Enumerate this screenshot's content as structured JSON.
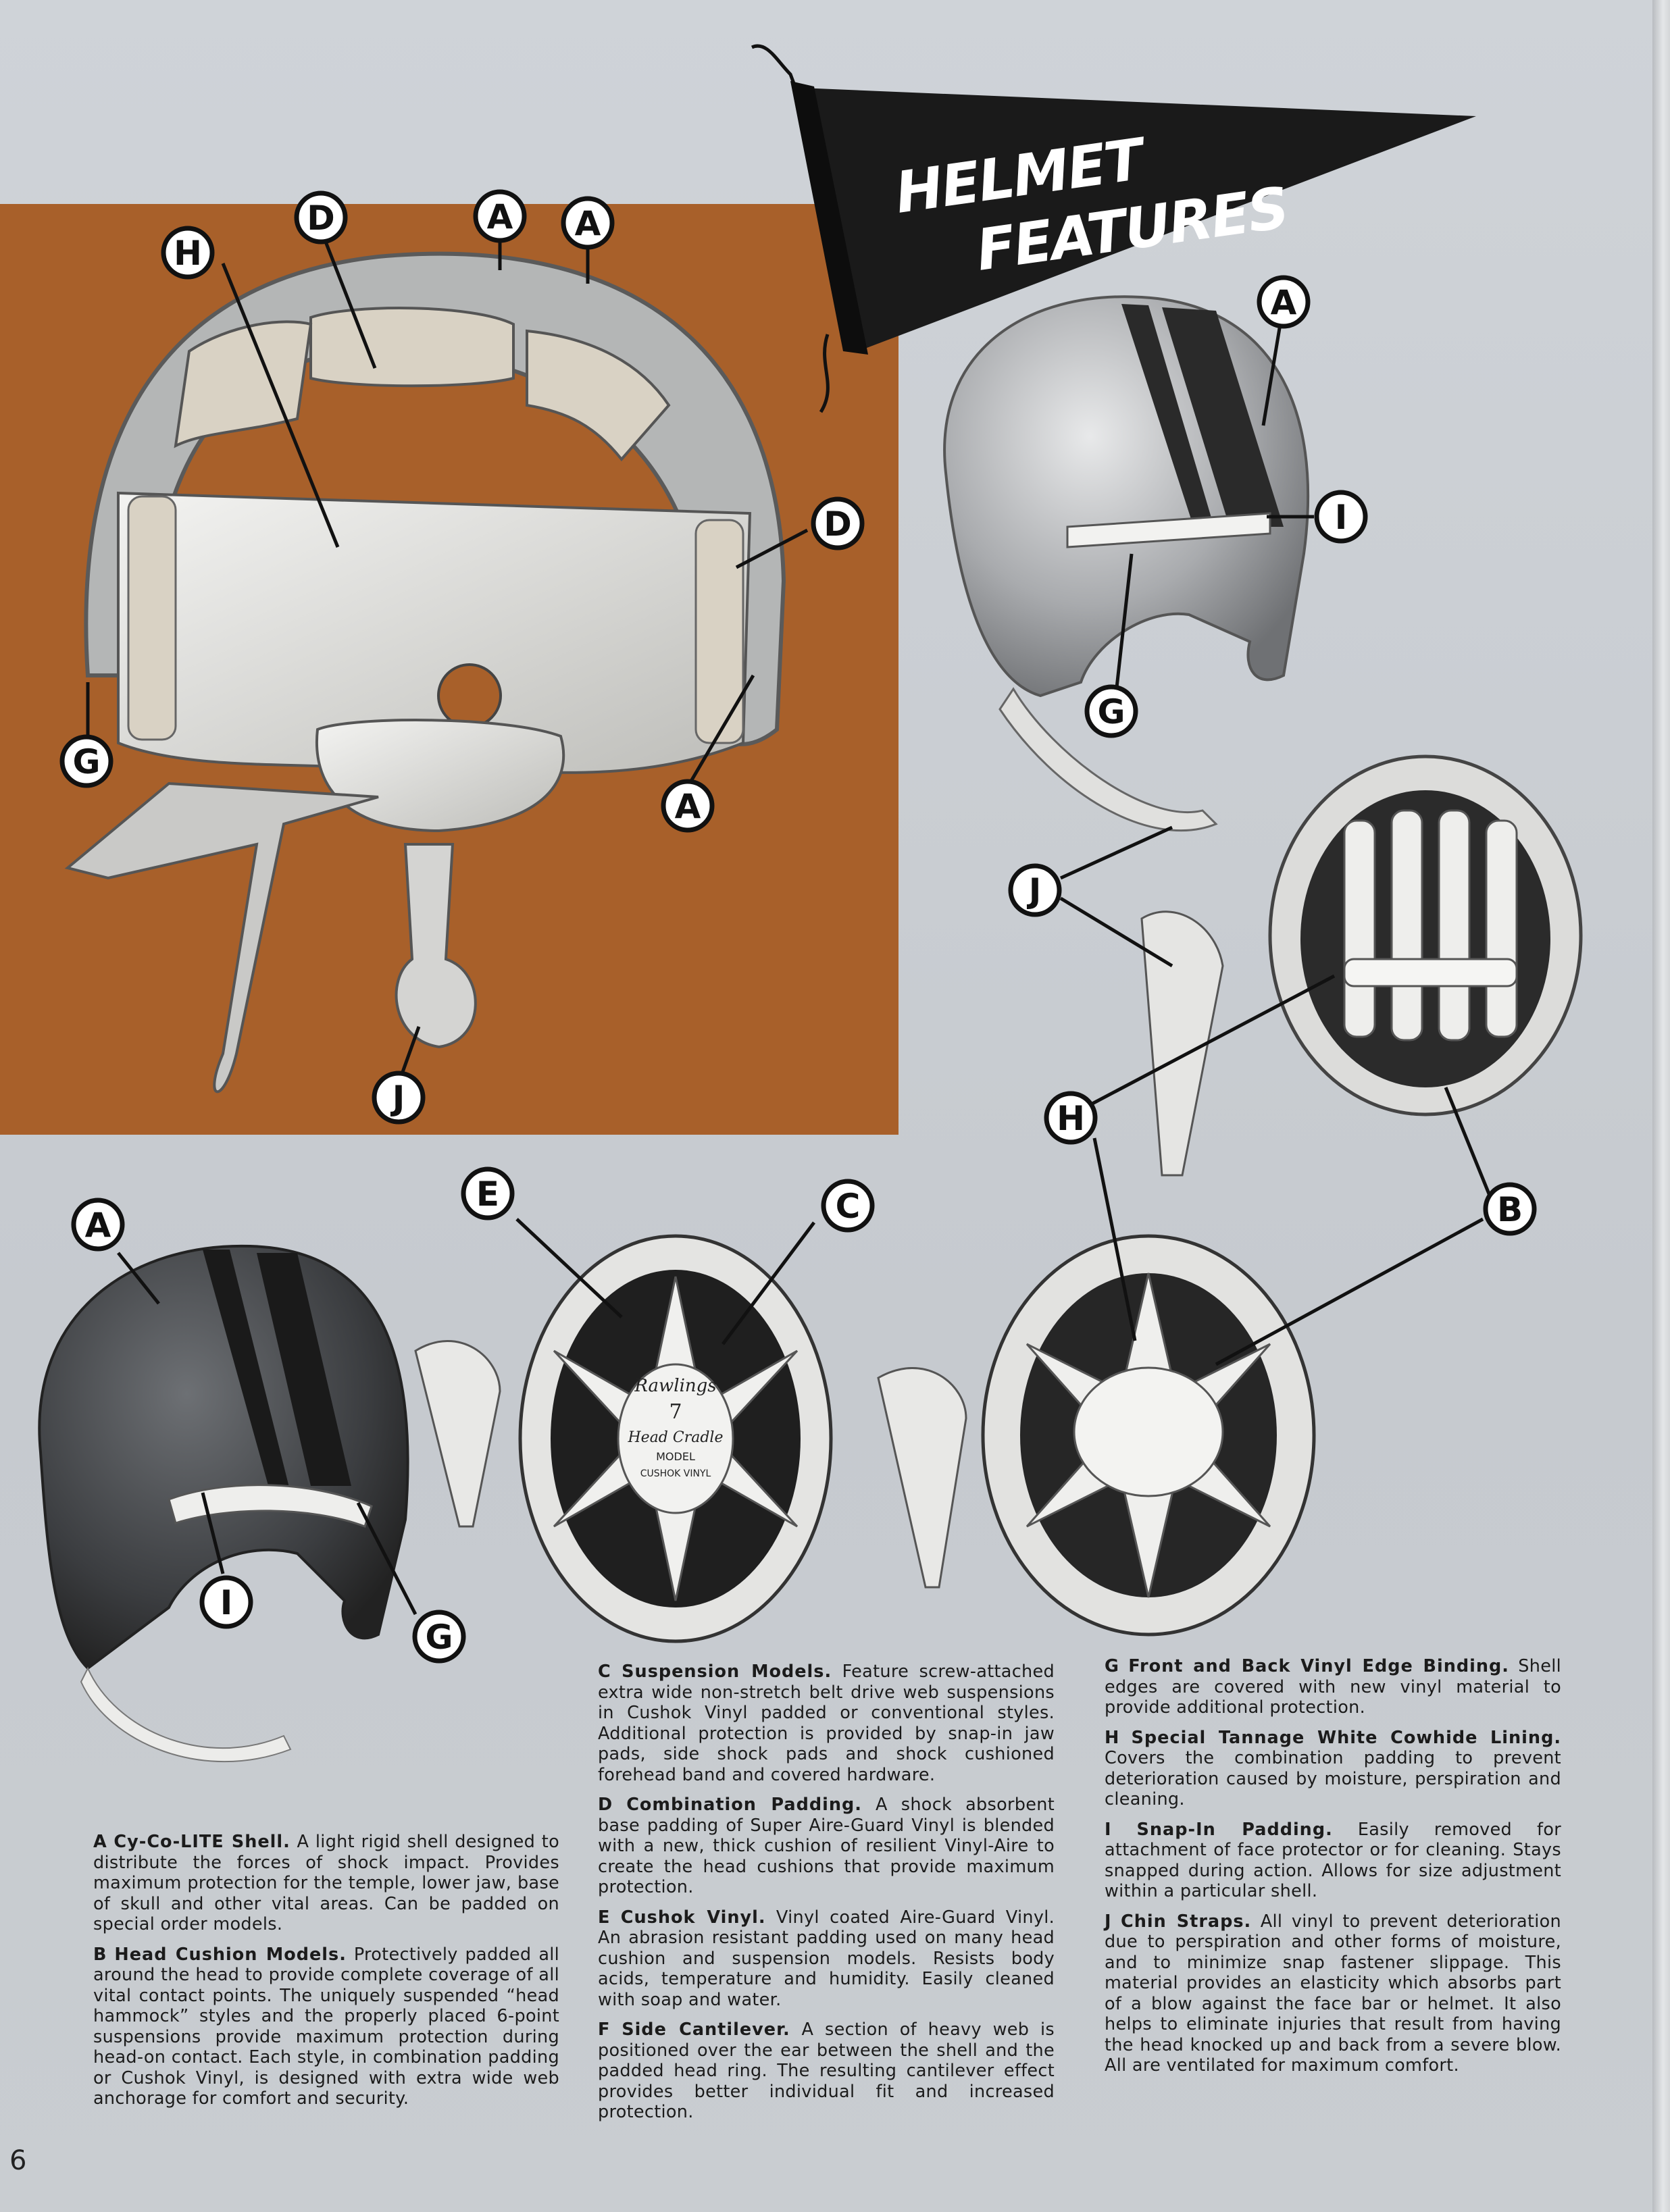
{
  "page": {
    "title_line1": "HELMET",
    "title_line2": "FEATURES",
    "page_number": "6"
  },
  "callouts": {
    "A": "A",
    "B": "B",
    "C": "C",
    "D": "D",
    "E": "E",
    "G": "G",
    "H": "H",
    "I": "I",
    "J": "J"
  },
  "helmet_labels": {
    "brand": "Rawlings",
    "size": "7",
    "model_line1": "Head Cradle",
    "model_line2": "MODEL",
    "model_line3": "CUSHOK VINYL"
  },
  "features": [
    {
      "letter": "A",
      "title": "Cy-Co-LITE Shell.",
      "body": "A light rigid shell designed to distribute the forces of shock impact. Provides maximum protection for the temple, lower jaw, base of skull and other vital areas. Can be padded on special order models."
    },
    {
      "letter": "B",
      "title": "Head Cushion Models.",
      "body": "Protectively padded all around the head to provide complete coverage of all vital contact points. The uniquely suspended “head hammock” styles and the properly placed 6-point suspensions provide maximum protection during head-on contact. Each style, in combination padding or Cushok Vinyl, is designed with extra wide web anchorage for comfort and security."
    },
    {
      "letter": "C",
      "title": "Suspension Models.",
      "body": "Feature screw-attached extra wide non-stretch belt drive web suspensions in Cushok Vinyl padded or conventional styles. Additional protection is provided by snap-in jaw pads, side shock pads and shock cushioned forehead band and covered hardware."
    },
    {
      "letter": "D",
      "title": "Combination Padding.",
      "body": "A shock absorbent base padding of Super Aire-Guard Vinyl is blended with a new, thick cushion of resilient Vinyl-Aire to create the head cushions that provide maximum protection."
    },
    {
      "letter": "E",
      "title": "Cushok Vinyl.",
      "body": "Vinyl coated Aire-Guard Vinyl. An abrasion resistant padding used on many head cushion and suspension models. Resists body acids, temperature and humidity. Easily cleaned with soap and water."
    },
    {
      "letter": "F",
      "title": "Side Cantilever.",
      "body": "A section of heavy web is positioned over the ear between the shell and the padded head ring. The resulting cantilever effect provides better individual fit and increased protection."
    },
    {
      "letter": "G",
      "title": "Front and Back Vinyl Edge Binding.",
      "body": "Shell edges are covered with new vinyl material to provide additional protection."
    },
    {
      "letter": "H",
      "title": "Special Tannage White Cowhide Lining.",
      "body": "Covers the combination padding to prevent deterioration caused by moisture, perspiration and cleaning."
    },
    {
      "letter": "I",
      "title": "Snap-In Padding.",
      "body": "Easily removed for attachment of face protector or for cleaning. Stays snapped during action. Allows for size adjustment within a particular shell."
    },
    {
      "letter": "J",
      "title": "Chin Straps.",
      "body": "All vinyl to prevent deterioration due to perspiration and other forms of moisture, and to minimize snap fastener slippage. This material provides an elasticity which absorbs part of a blow against the face bar or helmet. It also helps to eliminate injuries that result from having the head knocked up and back from a severe blow. All are ventilated for maximum comfort."
    }
  ],
  "colors": {
    "orange_panel": "#a8602a",
    "page_gray": "#c9cdd2",
    "pennant": "#1a1a1a"
  }
}
